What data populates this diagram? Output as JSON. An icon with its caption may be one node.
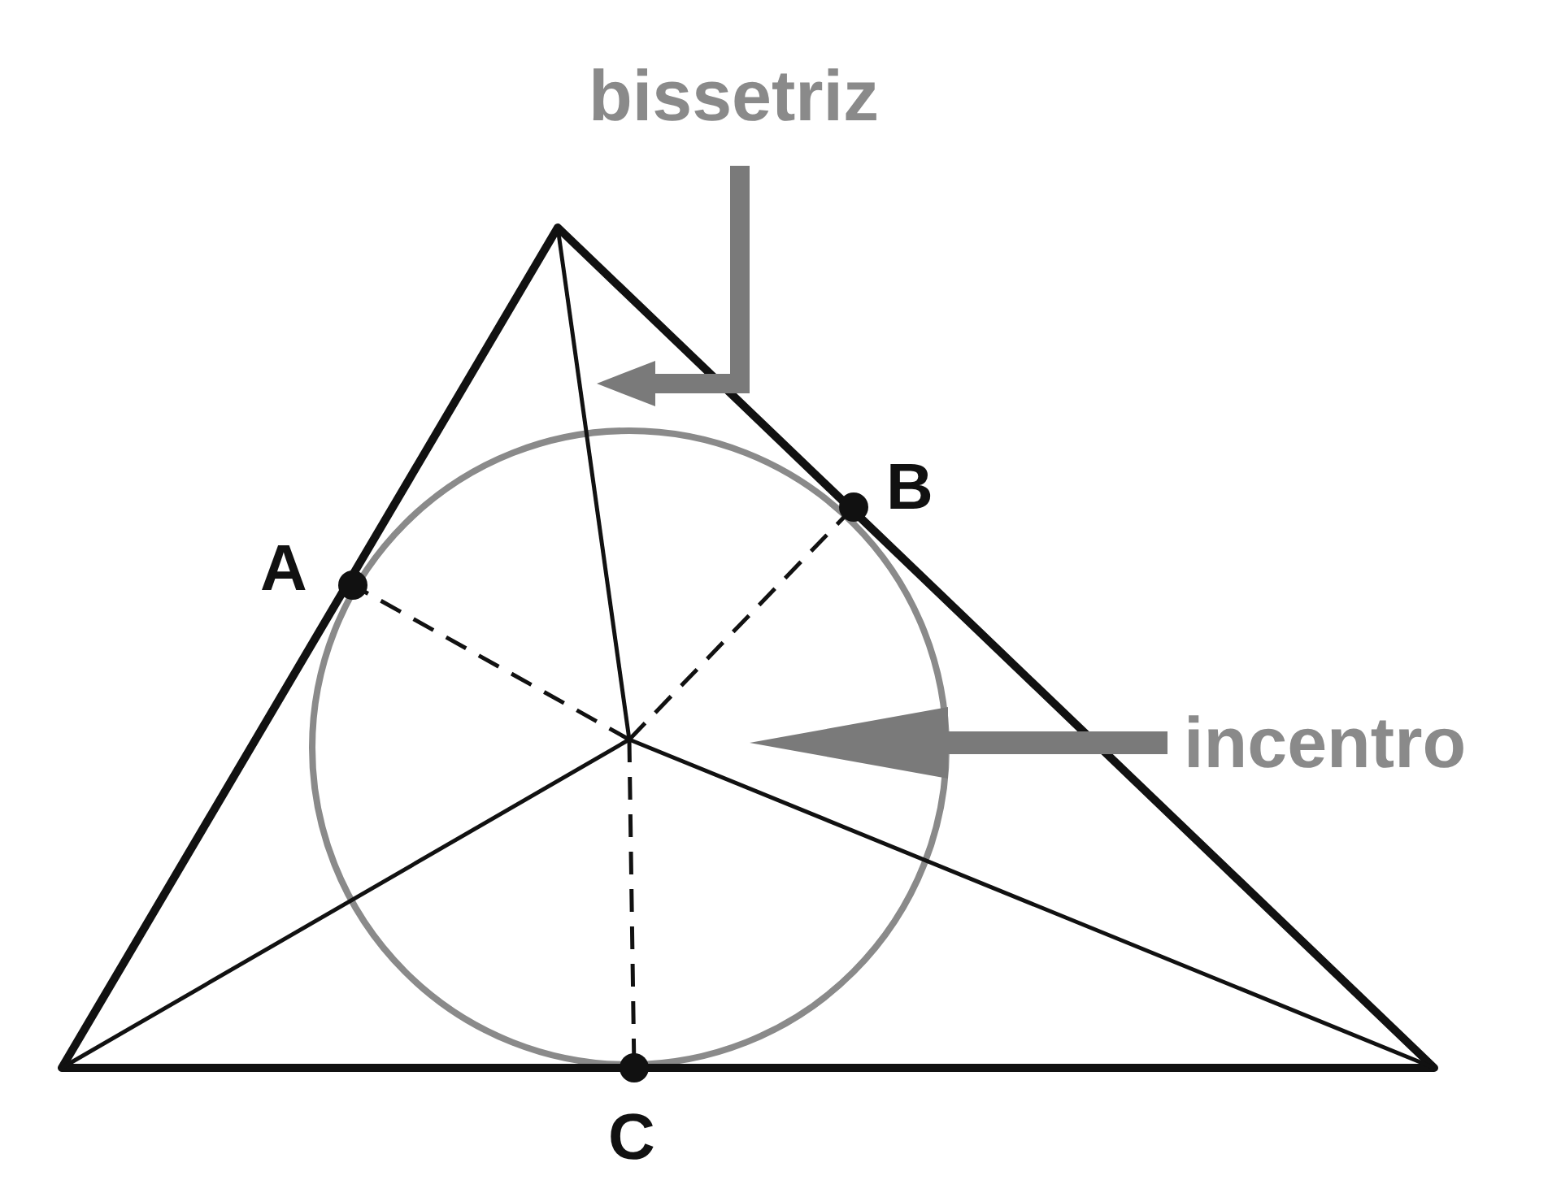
{
  "diagram": {
    "nodes": [
      {
        "text": [
          "bissetriz"
        ]
      },
      {
        "text": [
          "incentro"
        ]
      }
    ],
    "edges": [
      {
        "from": 0,
        "to": null,
        "arrow": "to"
      },
      {
        "from": 1,
        "to": null,
        "arrow": "to"
      }
    ],
    "labels": [
      "B",
      "A",
      "C"
    ]
  }
}
